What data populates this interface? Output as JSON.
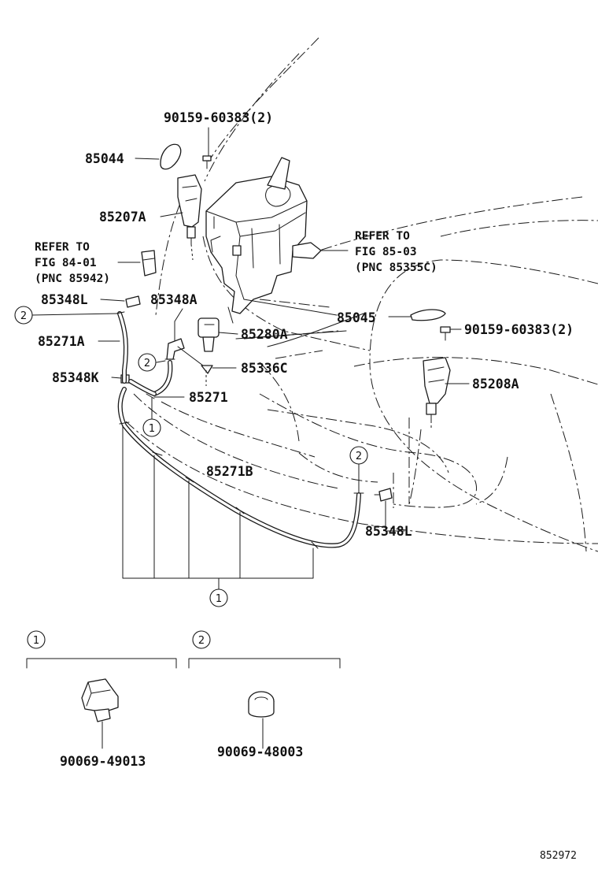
{
  "labels": {
    "p90159_top": "90159-60383(2)",
    "p85044": "85044",
    "p85207A": "85207A",
    "refer1_l1": "REFER TO",
    "refer1_l2": "FIG 84-01",
    "refer1_l3": "(PNC 85942)",
    "refer2_l1": "REFER TO",
    "refer2_l2": "FIG 85-03",
    "refer2_l3": "(PNC 85355C)",
    "p85348L_top": "85348L",
    "p85348A": "85348A",
    "p85271A": "85271A",
    "p85280A": "85280A",
    "p85045": "85045",
    "p90159_right": "90159-60383(2)",
    "p85348K": "85348K",
    "p85336C": "85336C",
    "p85208A": "85208A",
    "p85271": "85271",
    "p85271B": "85271B",
    "p85348L_bottom": "85348L",
    "p90069_49013": "90069-49013",
    "p90069_48003": "90069-48003",
    "fig_no": "852972"
  },
  "callouts": {
    "one": "1",
    "two": "2"
  },
  "colors": {
    "ink": "#1a1a1a",
    "paper": "#ffffff"
  }
}
